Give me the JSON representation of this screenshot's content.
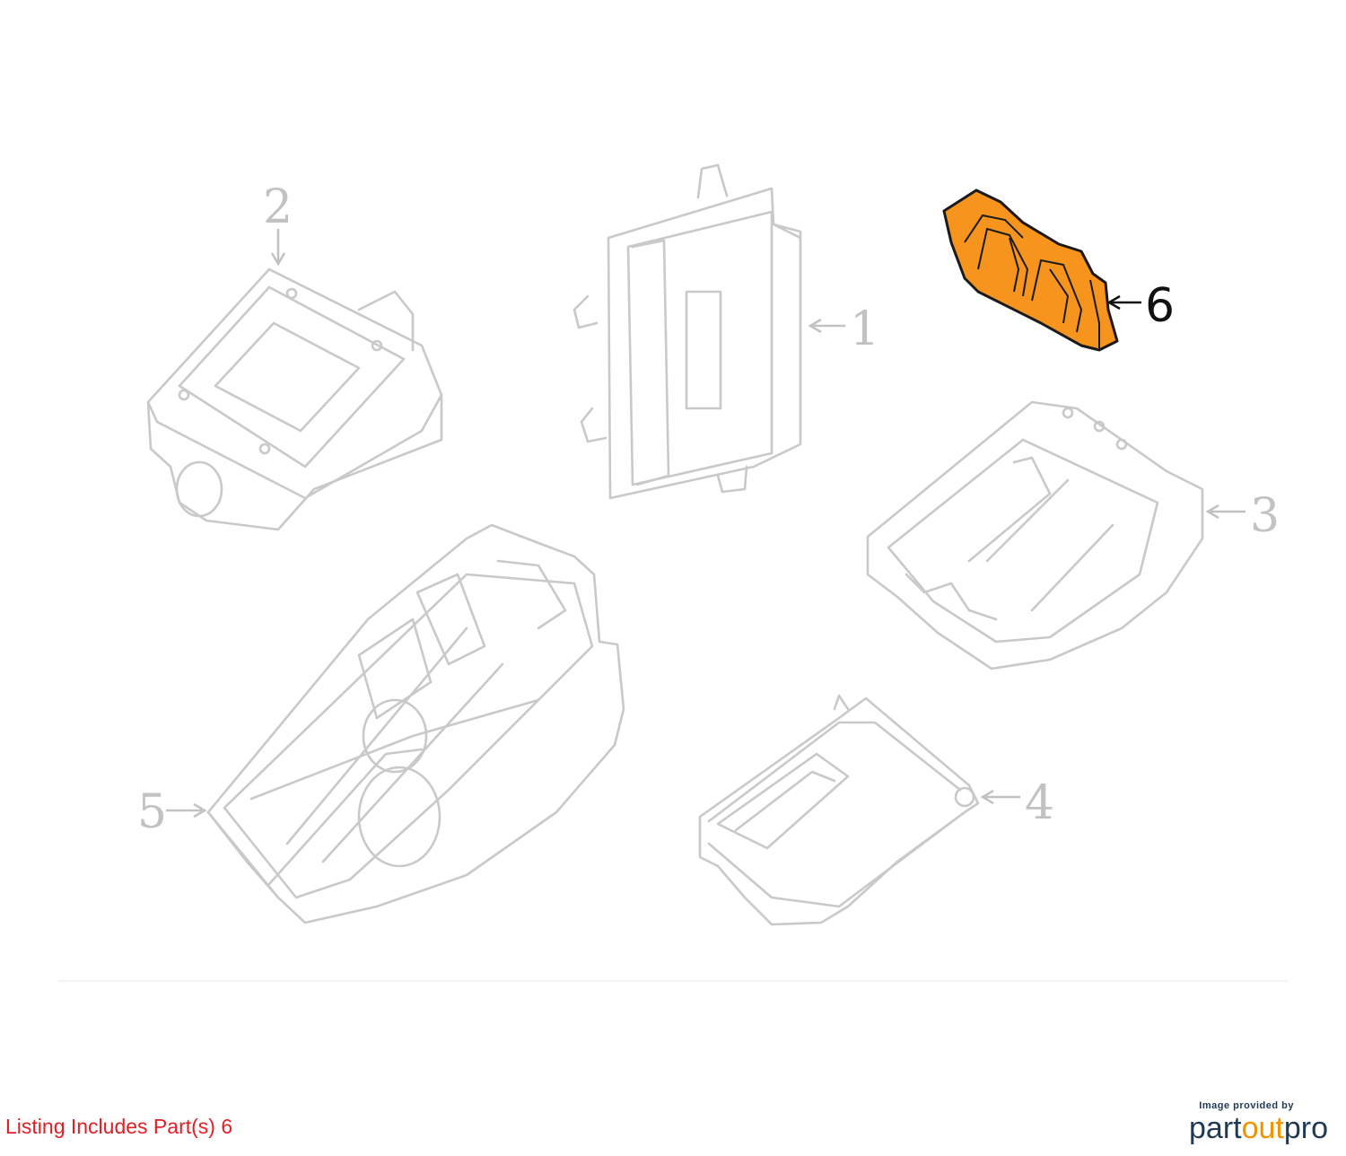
{
  "callouts": {
    "p1": "1",
    "p2": "2",
    "p3": "3",
    "p4": "4",
    "p5": "5",
    "p6": "6"
  },
  "highlight_color": "#f7941d",
  "listing_note": "Listing Includes Part(s) 6",
  "credit": {
    "provided_by": "Image provided by",
    "brand_part": "part",
    "brand_out": "out",
    "brand_pro": "pro"
  }
}
